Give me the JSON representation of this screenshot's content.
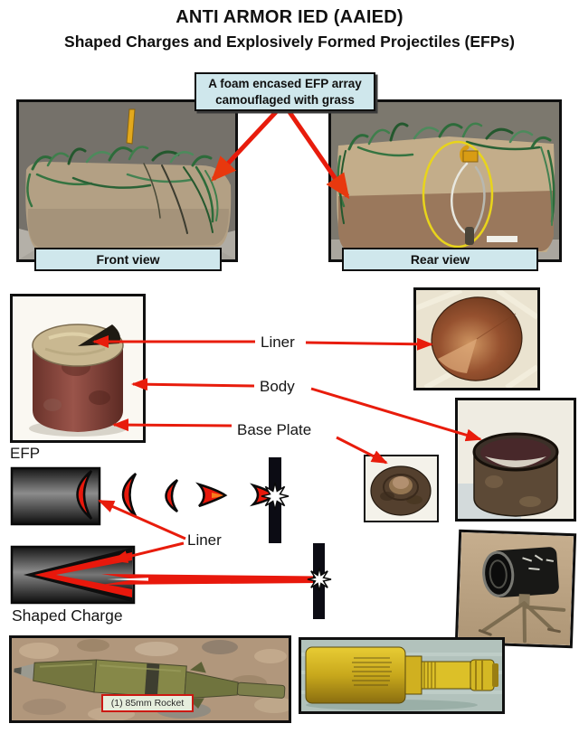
{
  "page": {
    "title": "ANTI ARMOR IED (AAIED)",
    "subtitle": "Shaped Charges and Explosively Formed Projectiles (EFPs)"
  },
  "callout": {
    "line1": "A foam encased EFP array",
    "line2": "camouflaged with grass"
  },
  "photos": {
    "front": {
      "caption": "Front view"
    },
    "rear": {
      "caption": "Rear view"
    }
  },
  "component_labels": {
    "liner": "Liner",
    "body": "Body",
    "base_plate": "Base Plate"
  },
  "diagram_labels": {
    "efp": "EFP",
    "liner": "Liner",
    "shaped_charge": "Shaped Charge"
  },
  "rocket_tag": "(1) 85mm Rocket",
  "colors": {
    "accent_red": "#e81c0c",
    "arrow_red": "#e8380e",
    "callout_bg": "#cfe7ec",
    "copper": "#9c5a38",
    "rust_body": "#7e3f34",
    "olive": "#7c7e48",
    "munition_yellow": "#d8ba22"
  }
}
